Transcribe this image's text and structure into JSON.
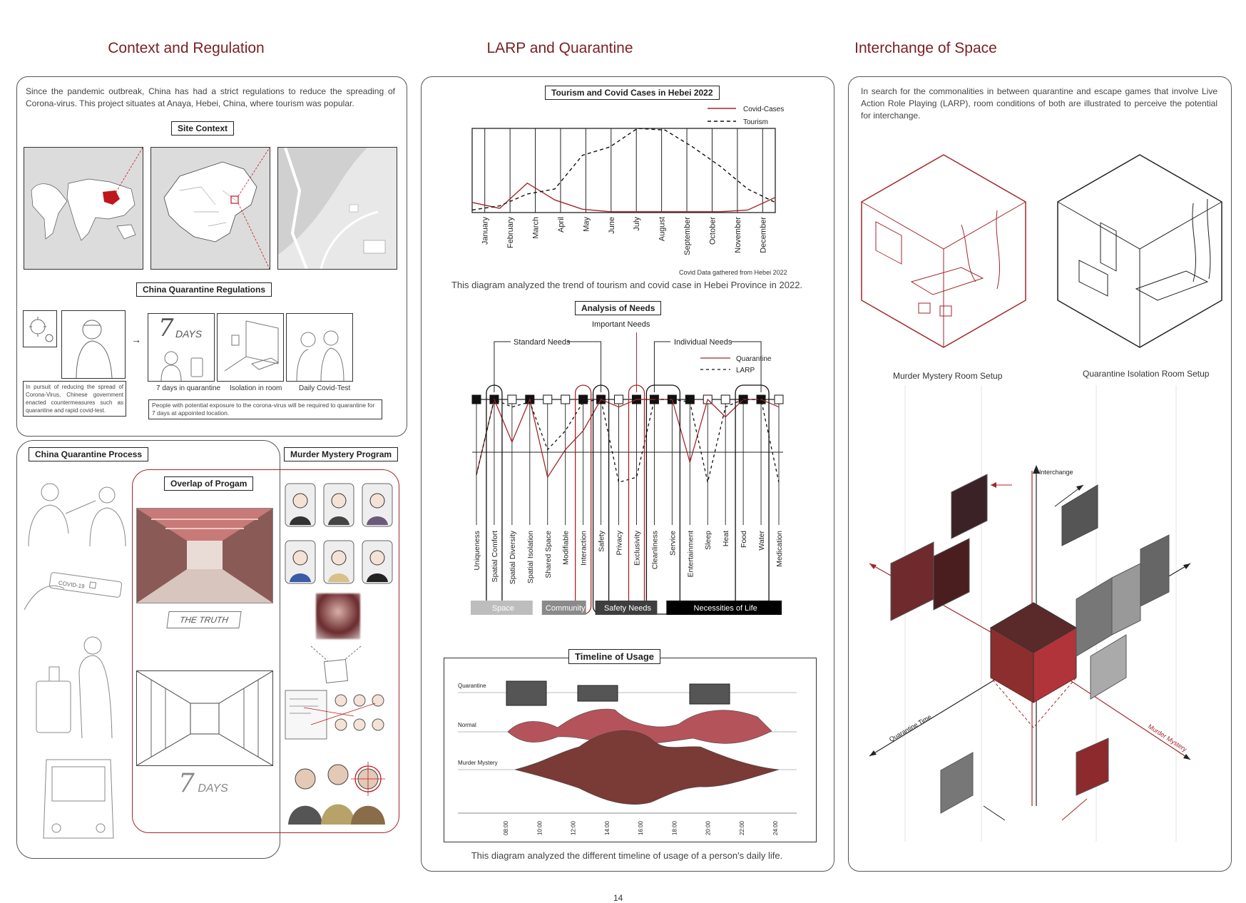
{
  "columns": {
    "left_title": "Context and Regulation",
    "mid_title": "LARP and Quarantine",
    "right_title": "Interchange of Space"
  },
  "left": {
    "intro": "Since the pandemic outbreak, China has had a strict regulations to reduce the spreading of Corona-virus. This project situates at Anaya, Hebei, China, where tourism was popular.",
    "site_context": "Site Context",
    "regs_title": "China Quarantine Regulations",
    "regs_note": "In pursuit of reducing the spread of Corona-Virus, Chinese government enacted countermeasures such as quarantine and rapid covid-test.",
    "cap_7days": "7 days in quarantine",
    "cap_isolation": "Isolation in room",
    "cap_test": "Daily Covid-Test",
    "regs_rule": "People with potential exposure to the corona-virus will be required to quarantine for  7 days at appointed location.",
    "days_text": "7",
    "days_word": "DAYS",
    "process_title": "China Quarantine Process",
    "mystery_title": "Murder Mystery Program",
    "overlap_title": "Overlap of Progam",
    "truth_text": "THE TRUTH",
    "covid_kit": "COVID-19"
  },
  "middle": {
    "chart_data": {
      "type": "line",
      "title": "Tourism and Covid Cases in Hebei 2022",
      "categories": [
        "January",
        "February",
        "March",
        "April",
        "May",
        "June",
        "July",
        "August",
        "September",
        "October",
        "November",
        "December"
      ],
      "series": [
        {
          "name": "Covid-Cases",
          "values": [
            0.12,
            0.05,
            0.35,
            0.15,
            0.04,
            0.01,
            0.01,
            0.01,
            0.01,
            0.01,
            0.03,
            0.18
          ]
        },
        {
          "name": "Tourism",
          "values": [
            0.03,
            0.08,
            0.22,
            0.28,
            0.68,
            0.78,
            1.0,
            0.98,
            0.78,
            0.55,
            0.28,
            0.12
          ]
        }
      ],
      "legend_position": "top-right",
      "source_note": "Covid Data gathered from Hebei  2022",
      "caption": "This diagram analyzed the trend of tourism and covid case in Hebei Province in 2022."
    },
    "needs": {
      "title": "Analysis of Needs",
      "important": "Important Needs",
      "standard": "Standard Needs",
      "individual": "Individual Needs",
      "legend_q": "Quarantine",
      "legend_l": "LARP",
      "items": [
        "Uniqueness",
        "Spatial Comfort",
        "Spatial Diversity",
        "Spatial Isolation",
        "Shared Space",
        "Modifiable",
        "Interaction",
        "Safety",
        "Privacy",
        "Exclusivity",
        "Cleanliness",
        "Service",
        "Entertainment",
        "Sleep",
        "Heat",
        "Food",
        "Water",
        "Medication"
      ],
      "quarantine": [
        0.4,
        1.0,
        0.66,
        1.0,
        0.38,
        0.6,
        0.75,
        1.0,
        0.94,
        1.0,
        1.0,
        1.0,
        0.5,
        1.0,
        0.86,
        1.0,
        1.0,
        0.94
      ],
      "larp": [
        0.4,
        1.0,
        0.94,
        0.98,
        0.6,
        0.75,
        0.98,
        1.0,
        0.34,
        0.38,
        1.0,
        1.0,
        0.98,
        0.34,
        0.94,
        1.0,
        1.0,
        0.34
      ],
      "groups": [
        "Space",
        "Community",
        "Safety Needs",
        "Necessities of Life"
      ]
    },
    "timeline": {
      "title": "Timeline of Usage",
      "rows": [
        "Quarantine",
        "Normal",
        "Murder Mystery"
      ],
      "hours": [
        "08:00",
        "10:00",
        "12:00",
        "14:00",
        "16:00",
        "18:00",
        "20:00",
        "22:00",
        "24:00"
      ],
      "caption": "This diagram analyzed the different timeline of usage of a person's daily life."
    }
  },
  "right": {
    "intro": "In search for the commonalities in between quarantine and escape games that involve Live Action Role Playing (LARP), room conditions of both are illustrated to perceive the potential for interchange.",
    "murder_room": "Murder Mystery Room Setup",
    "quarantine_room": "Quarantine Isolation Room Setup",
    "axis_interchange": "Interchange",
    "axis_qtime": "Quarantine Time",
    "axis_mystery": "Murder Mystery"
  },
  "footer": {
    "page": "14"
  },
  "colors": {
    "accent": "#7a1f24",
    "red": "#a3262c",
    "gray": "#aaaaaa"
  }
}
